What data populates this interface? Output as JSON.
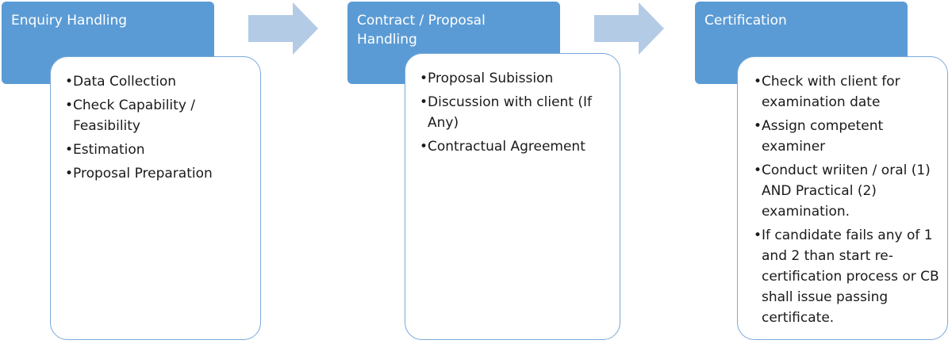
{
  "steps": [
    {
      "title": "Enquiry Handling",
      "items": [
        "Data Collection",
        "Check Capability / Feasibility",
        "Estimation",
        "Proposal Preparation"
      ]
    },
    {
      "title": "Contract / Proposal Handling",
      "items": [
        "Proposal Subission",
        "Discussion with client (If Any)",
        "Contractual Agreement"
      ]
    },
    {
      "title": "Certification",
      "items": [
        "Check with client for examination date",
        "Assign competent examiner",
        " Conduct wriiten / oral (1) AND Practical (2) examination.",
        "If candidate fails any of 1 and 2 than start re-certification process or CB shall issue passing certificate."
      ]
    }
  ],
  "colors": {
    "header_fill": "#5b9bd5",
    "box_border": "#7aa9d9",
    "arrow_fill": "#b4cbe6"
  },
  "icons": {
    "arrow": "right-arrow-icon"
  }
}
